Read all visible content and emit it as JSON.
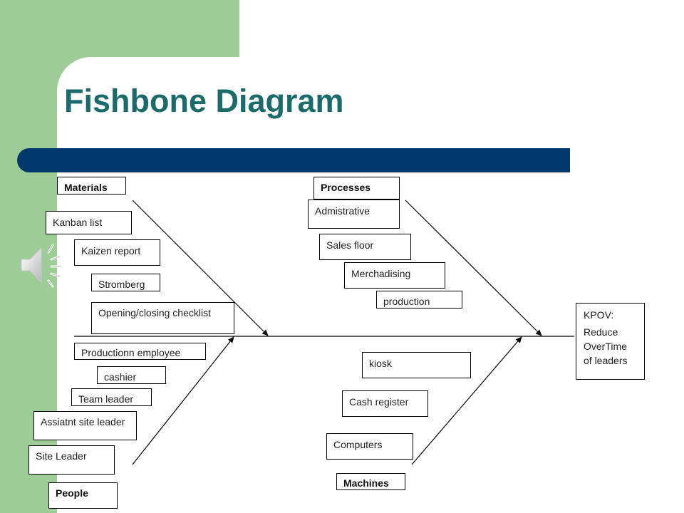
{
  "title": "Fishbone Diagram",
  "categories": {
    "materials": "Materials",
    "processes": "Processes",
    "people": "People",
    "machines": "Machines"
  },
  "materials_items": [
    "Kanban list",
    "Kaizen report",
    "Stromberg",
    "Opening/closing checklist"
  ],
  "people_items": [
    "Productionn employee",
    "cashier",
    "Team leader",
    "Assiatnt site leader",
    "Site Leader"
  ],
  "processes_items": [
    "Admistrative",
    "Sales floor",
    "Merchadising",
    "production"
  ],
  "machines_items": [
    "kiosk",
    "Cash register",
    "Computers"
  ],
  "kpov": {
    "label": "KPOV:",
    "text": "Reduce OverTime of leaders"
  },
  "colors": {
    "accent_green": "#9dcc96",
    "title_teal": "#1b6b6b",
    "bar_navy": "#00386b"
  },
  "icons": [
    "speaker-icon"
  ]
}
